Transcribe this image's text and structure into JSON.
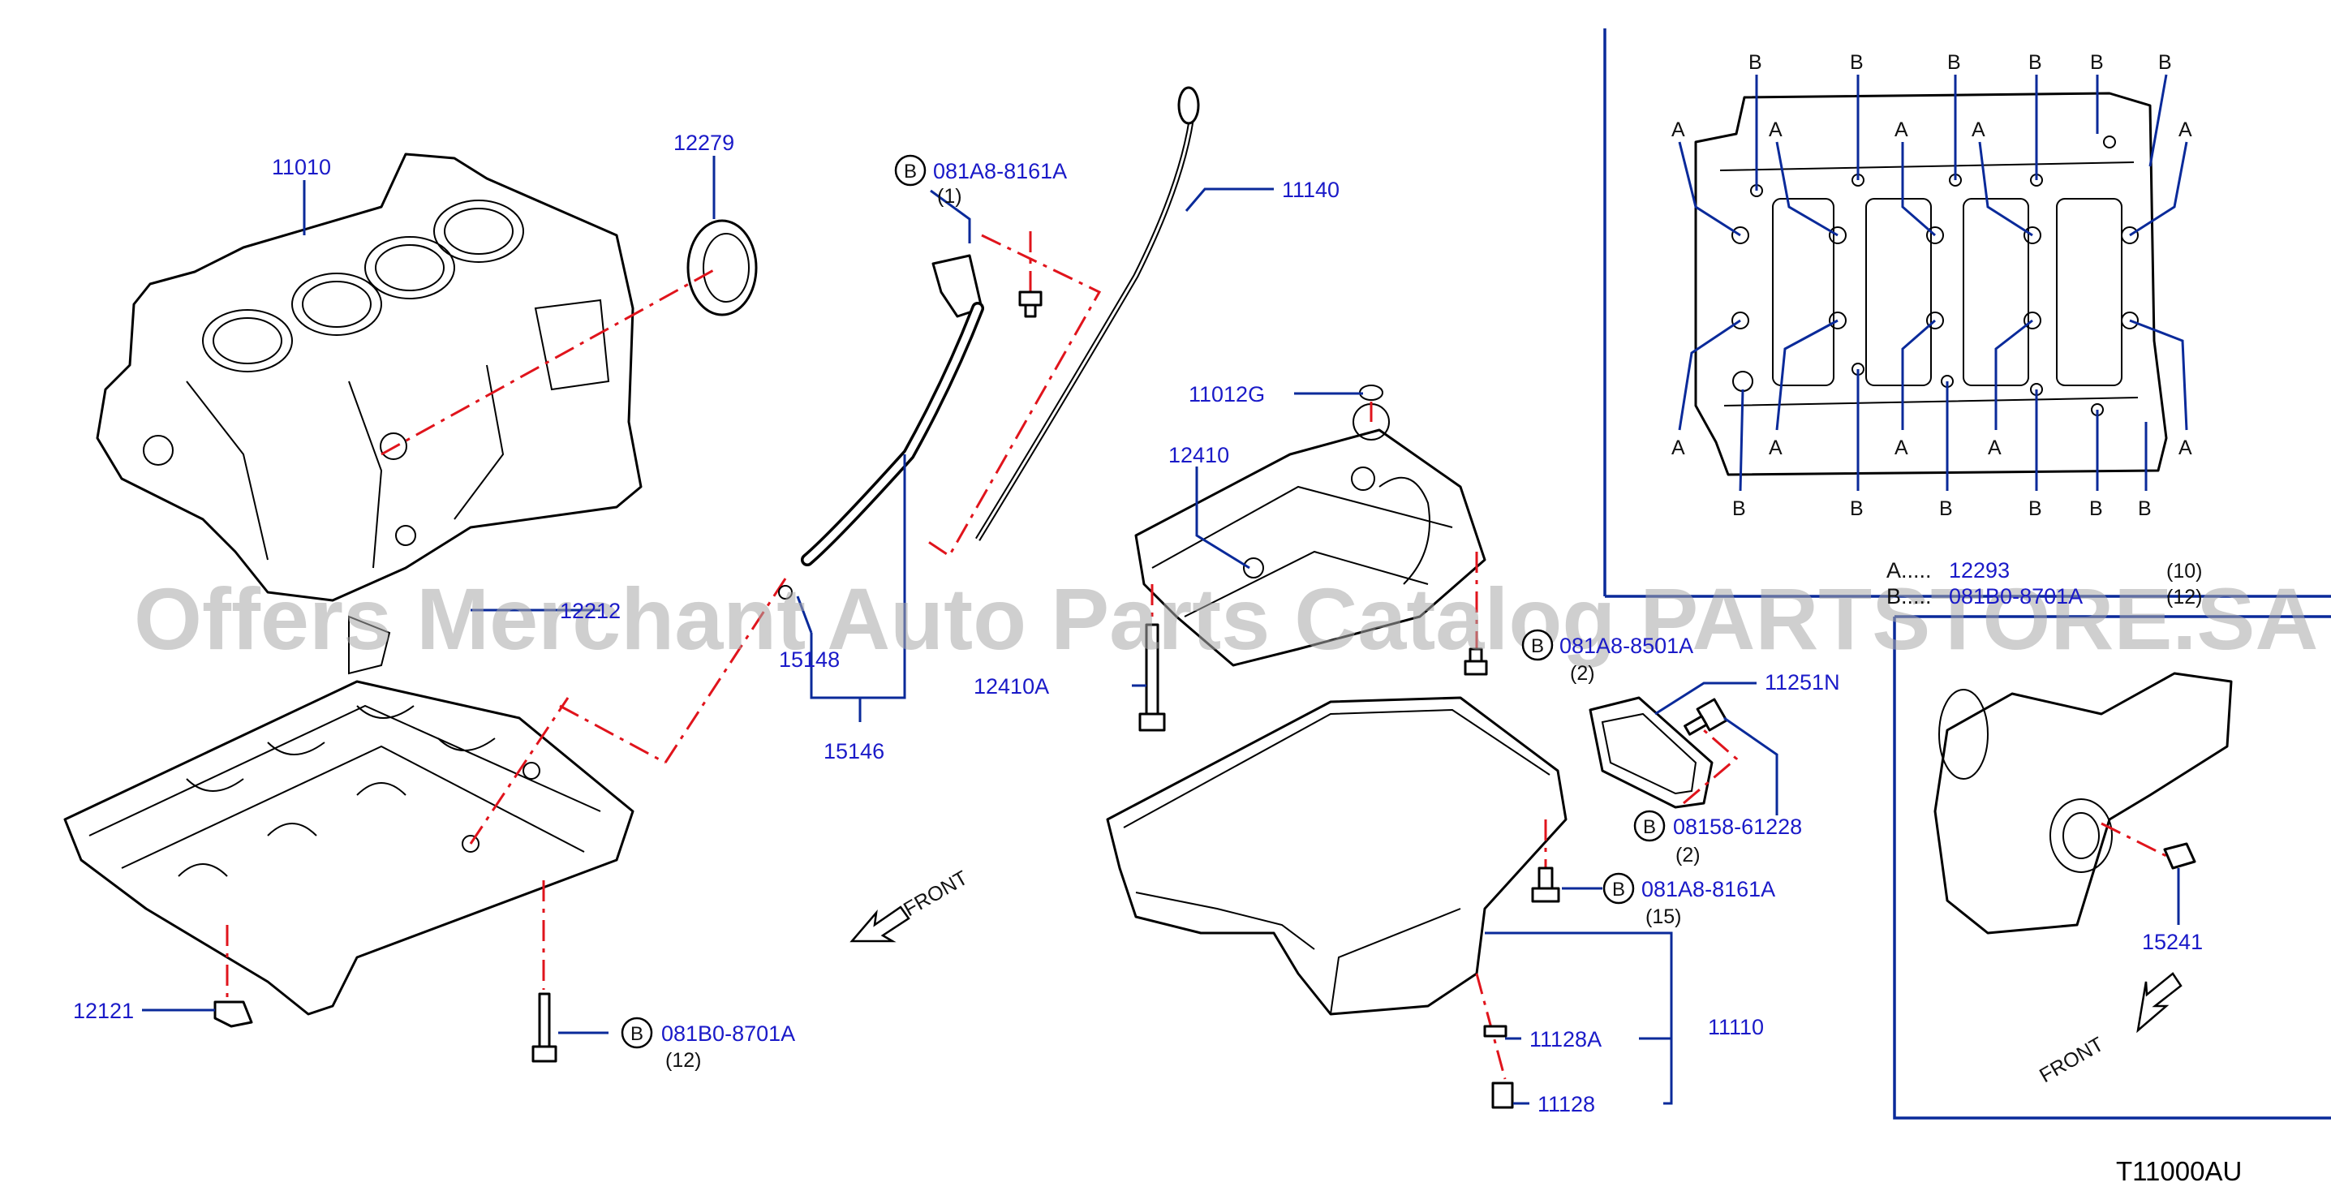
{
  "watermark": "Offers Merchant Auto Parts Catalog PARTSTORE.SA",
  "diagram_code": "T11000AU",
  "front_label": "FRONT",
  "bolt_badge": "B",
  "legend_a": "A.....",
  "legend_b": "B.....",
  "parts": {
    "p11010": "11010",
    "p12279": "12279",
    "p11140": "11140",
    "p11012G": "11012G",
    "p12410": "12410",
    "p12410A": "12410A",
    "p15148": "15148",
    "p15146": "15146",
    "p11251N": "11251N",
    "p11110": "11110",
    "p11128A": "11128A",
    "p11128": "11128",
    "p12121": "12121",
    "p15241": "15241",
    "p12293": "12293",
    "p12212": "12212"
  },
  "bolts": {
    "b1": {
      "num": "081A8-8161A",
      "qty": "(1)"
    },
    "b2": {
      "num": "081A8-8501A",
      "qty": "(2)"
    },
    "b3": {
      "num": "08158-61228",
      "qty": "(2)"
    },
    "b4": {
      "num": "081A8-8161A",
      "qty": "(15)"
    },
    "b5": {
      "num": "081B0-8701A",
      "qty": "(12)"
    },
    "legendA_qty": "(10)",
    "legendB": {
      "num": "081B0-8701A",
      "qty": "(12)"
    }
  },
  "letters": {
    "a": "A",
    "b": "B"
  },
  "colors": {
    "part_text": "#1a1ac8",
    "leader": "#0a2a9a",
    "dash": "#e0141c"
  }
}
